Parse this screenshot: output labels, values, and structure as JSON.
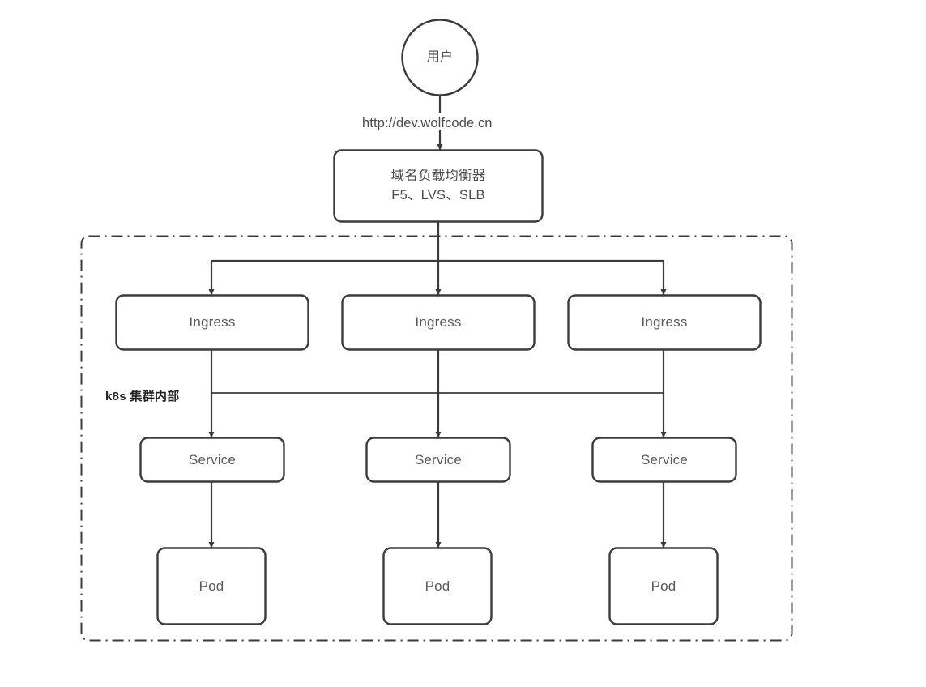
{
  "diagram": {
    "title": "Kubernetes Ingress traffic flow",
    "colors": {
      "stroke": "#3b3b3b",
      "node_text": "#595959",
      "zone_text": "#222222",
      "background": "#ffffff"
    },
    "nodes": {
      "user": {
        "label": "用户",
        "shape": "circle"
      },
      "load_balancer": {
        "label": "域名负载均衡器\nF5、LVS、SLB",
        "line1": "域名负载均衡器",
        "line2": "F5、LVS、SLB",
        "shape": "rounded-rect"
      },
      "ingress": [
        {
          "label": "Ingress"
        },
        {
          "label": "Ingress"
        },
        {
          "label": "Ingress"
        }
      ],
      "service": [
        {
          "label": "Service"
        },
        {
          "label": "Service"
        },
        {
          "label": "Service"
        }
      ],
      "pod": [
        {
          "label": "Pod"
        },
        {
          "label": "Pod"
        },
        {
          "label": "Pod"
        }
      ]
    },
    "edges": {
      "user_to_lb_label": "http://dev.wolfcode.cn"
    },
    "zone": {
      "label": "k8s 集群内部",
      "border_style": "dash-dot"
    }
  }
}
